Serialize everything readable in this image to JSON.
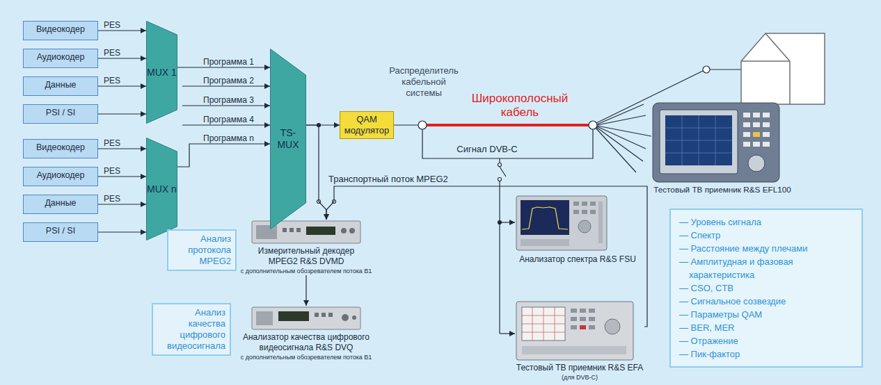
{
  "diagram": {
    "nodes": [
      {
        "text": [
          "Видеокодер"
        ]
      },
      {
        "text": [
          "Аудиокодер"
        ]
      },
      {
        "text": [
          "Данные"
        ]
      },
      {
        "text": [
          "PSI / SI"
        ]
      },
      {
        "text": [
          "MUX 1"
        ]
      },
      {
        "text": [
          "Видеокодер"
        ]
      },
      {
        "text": [
          "Аудиокодер"
        ]
      },
      {
        "text": [
          "Данные"
        ]
      },
      {
        "text": [
          "PSI / SI"
        ]
      },
      {
        "text": [
          "MUX n"
        ]
      },
      {
        "text": [
          "TS- MUX"
        ]
      },
      {
        "text": [
          "QAM модулятор"
        ]
      },
      {
        "text": [
          "Тестовый ТВ приемник R&S EFL100"
        ]
      },
      {
        "text": [
          "Анализ протокола MPEG2"
        ]
      },
      {
        "text": [
          "Измерительный декодер MPEG2 R&S DVMD",
          "с дополнительным обозревателем потока B1"
        ]
      },
      {
        "text": [
          "Анализатор спектра R&S FSU"
        ]
      },
      {
        "text": [
          "— Уровень сигнала",
          "— Спектр",
          "— Расстояние между плечами",
          "— Амплитудная и фазовая характеристика",
          "— CSO, CTB",
          "— Сигнальное созвездие",
          "— Параметры QAM",
          "— BER, MER",
          "— Отражение",
          "— Пик-фактор"
        ]
      },
      {
        "text": [
          "Анализ качества цифрового видеосигнала"
        ]
      },
      {
        "text": [
          "Анализатор качества цифрового видеосигнала R&S DVQ",
          "с дополнительным обозревателем потока B1"
        ]
      },
      {
        "text": [
          "Тестовый ТВ приемник R&S EFA",
          "(для DVB-C)"
        ]
      }
    ],
    "edges": [
      {
        "from": 0,
        "to": 4,
        "label": "PES",
        "arrow": "to"
      },
      {
        "from": 1,
        "to": 4,
        "label": "PES",
        "arrow": "to"
      },
      {
        "from": 2,
        "to": 4,
        "label": "PES",
        "arrow": "to"
      },
      {
        "from": 3,
        "to": 4,
        "arrow": "to"
      },
      {
        "from": 5,
        "to": 9,
        "label": "PES",
        "arrow": "to"
      },
      {
        "from": 6,
        "to": 9,
        "label": "PES",
        "arrow": "to"
      },
      {
        "from": 7,
        "to": 9,
        "label": "PES",
        "arrow": "to"
      },
      {
        "from": 8,
        "to": 9,
        "arrow": "to"
      },
      {
        "from": 4,
        "to": 10,
        "label": "Программа 1",
        "arrow": "to"
      },
      {
        "from": 9,
        "to": 10,
        "label": "Программа n",
        "arrow": "to"
      },
      {
        "from": 10,
        "to": 11,
        "arrow": "to"
      },
      {
        "from": 10,
        "to": 14,
        "arrow": "to"
      },
      {
        "from": 19,
        "to": 14,
        "arrow": "to"
      },
      {
        "from": 14,
        "to": 18,
        "arrow": "to"
      }
    ],
    "labels": [
      "Программа 2",
      "Программа 3",
      "Программа 4",
      "Распределитель кабельной системы",
      "Широкополосный кабель",
      "Сигнал DVB-C",
      "Транспортный поток MPEG2"
    ]
  }
}
